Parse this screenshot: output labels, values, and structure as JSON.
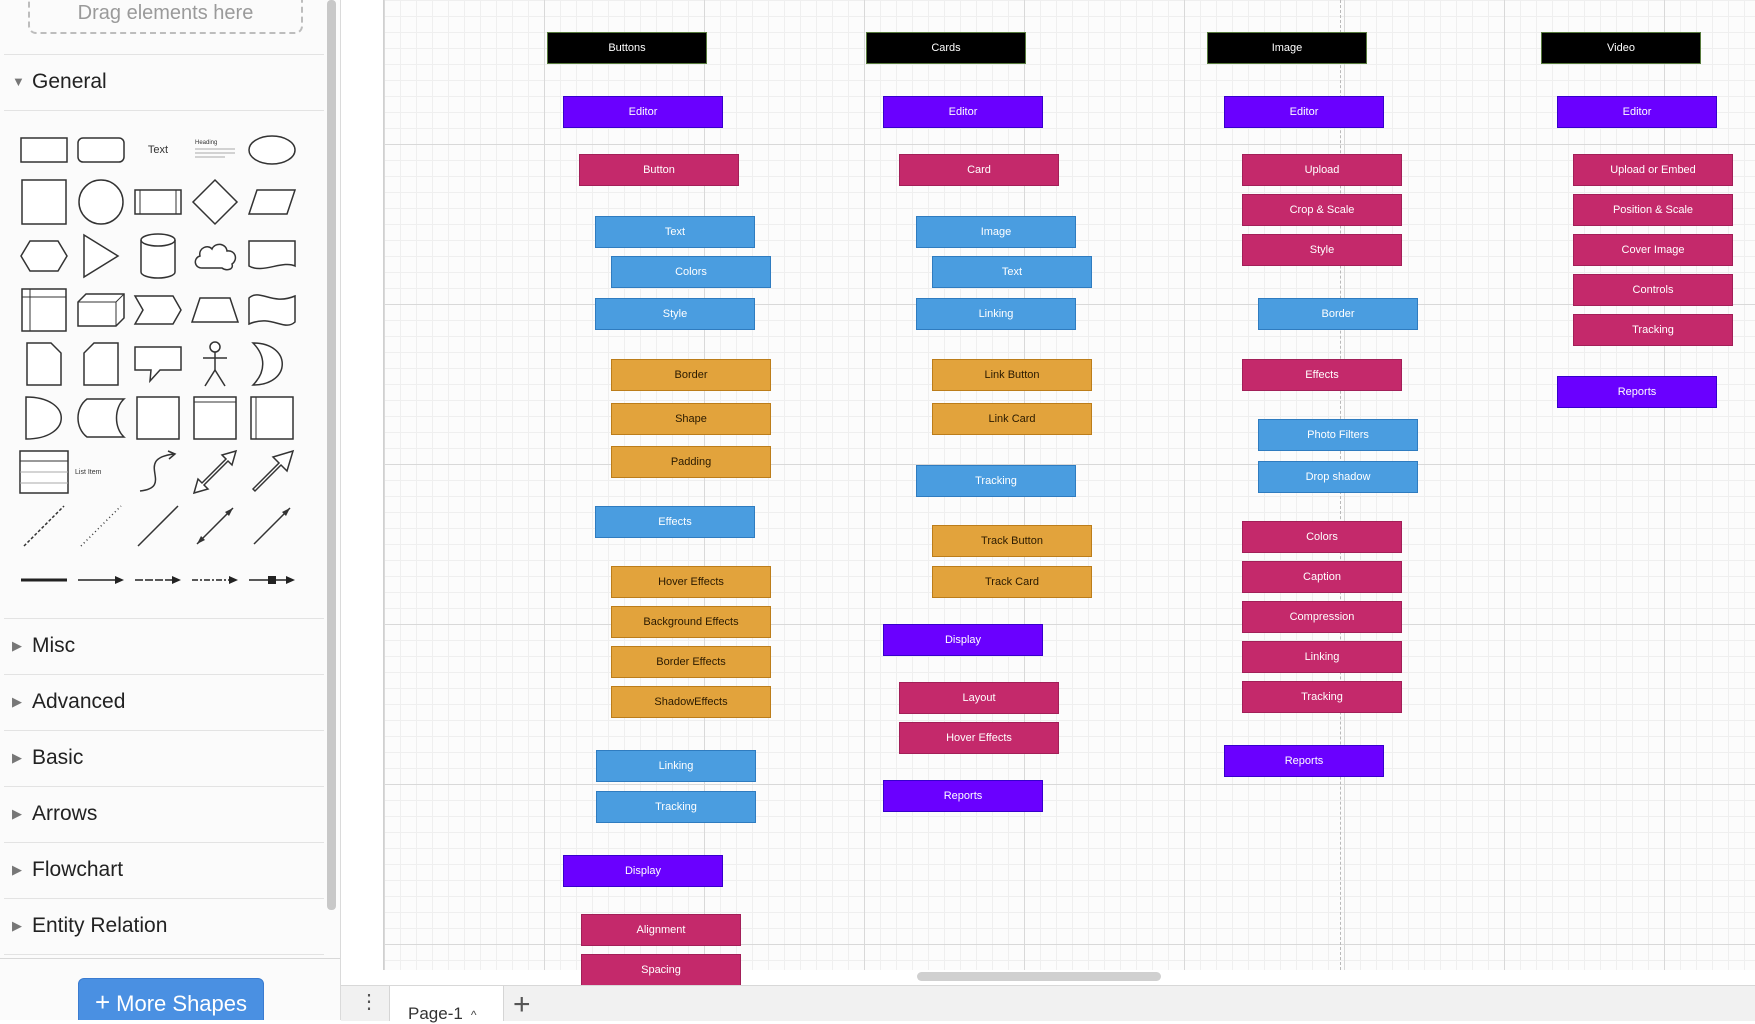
{
  "sidebar": {
    "drag_hint": "Drag elements here",
    "general_label": "General",
    "sections": [
      "Misc",
      "Advanced",
      "Basic",
      "Arrows",
      "Flowchart",
      "Entity Relation"
    ],
    "shape_text": "Text",
    "shape_heading": "Heading",
    "shape_list_item": "List Item",
    "more_shapes": "More Shapes"
  },
  "footer": {
    "page_tab": "Page-1"
  },
  "diagram": {
    "colors": {
      "black": "#000000",
      "purple": "#6a00ff",
      "magenta": "#c4296b",
      "blue": "#4a9de0",
      "orange": "#e2a33c"
    },
    "columns": [
      {
        "name": "buttons",
        "nodes": [
          {
            "label": "Buttons",
            "color": "black"
          },
          {
            "label": "Editor",
            "color": "purple"
          },
          {
            "label": "Button",
            "color": "magenta"
          },
          {
            "label": "Text",
            "color": "blue"
          },
          {
            "label": "Colors",
            "color": "blue"
          },
          {
            "label": "Style",
            "color": "blue"
          },
          {
            "label": "Border",
            "color": "orange"
          },
          {
            "label": "Shape",
            "color": "orange"
          },
          {
            "label": "Padding",
            "color": "orange"
          },
          {
            "label": "Effects",
            "color": "blue"
          },
          {
            "label": "Hover Effects",
            "color": "orange"
          },
          {
            "label": "Background Effects",
            "color": "orange"
          },
          {
            "label": "Border Effects",
            "color": "orange"
          },
          {
            "label": "ShadowEffects",
            "color": "orange"
          },
          {
            "label": "Linking",
            "color": "blue"
          },
          {
            "label": "Tracking",
            "color": "blue"
          },
          {
            "label": "Display",
            "color": "purple"
          },
          {
            "label": "Alignment",
            "color": "magenta"
          },
          {
            "label": "Spacing",
            "color": "magenta"
          }
        ]
      },
      {
        "name": "cards",
        "nodes": [
          {
            "label": "Cards",
            "color": "black"
          },
          {
            "label": "Editor",
            "color": "purple"
          },
          {
            "label": "Card",
            "color": "magenta"
          },
          {
            "label": "Image",
            "color": "blue"
          },
          {
            "label": "Text",
            "color": "blue"
          },
          {
            "label": "Linking",
            "color": "blue"
          },
          {
            "label": "Link Button",
            "color": "orange"
          },
          {
            "label": "Link Card",
            "color": "orange"
          },
          {
            "label": "Tracking",
            "color": "blue"
          },
          {
            "label": "Track Button",
            "color": "orange"
          },
          {
            "label": "Track Card",
            "color": "orange"
          },
          {
            "label": "Display",
            "color": "purple"
          },
          {
            "label": "Layout",
            "color": "magenta"
          },
          {
            "label": "Hover Effects",
            "color": "magenta"
          },
          {
            "label": "Reports",
            "color": "purple"
          }
        ]
      },
      {
        "name": "image",
        "nodes": [
          {
            "label": "Image",
            "color": "black"
          },
          {
            "label": "Editor",
            "color": "purple"
          },
          {
            "label": "Upload",
            "color": "magenta"
          },
          {
            "label": "Crop & Scale",
            "color": "magenta"
          },
          {
            "label": "Style",
            "color": "magenta"
          },
          {
            "label": "Border",
            "color": "blue"
          },
          {
            "label": "Effects",
            "color": "magenta"
          },
          {
            "label": "Photo Filters",
            "color": "blue"
          },
          {
            "label": "Drop shadow",
            "color": "blue"
          },
          {
            "label": "Colors",
            "color": "magenta"
          },
          {
            "label": "Caption",
            "color": "magenta"
          },
          {
            "label": "Compression",
            "color": "magenta"
          },
          {
            "label": "Linking",
            "color": "magenta"
          },
          {
            "label": "Tracking",
            "color": "magenta"
          },
          {
            "label": "Reports",
            "color": "purple"
          }
        ]
      },
      {
        "name": "video",
        "nodes": [
          {
            "label": "Video",
            "color": "black"
          },
          {
            "label": "Editor",
            "color": "purple"
          },
          {
            "label": "Upload or Embed",
            "color": "magenta"
          },
          {
            "label": "Position & Scale",
            "color": "magenta"
          },
          {
            "label": "Cover Image",
            "color": "magenta"
          },
          {
            "label": "Controls",
            "color": "magenta"
          },
          {
            "label": "Tracking",
            "color": "magenta"
          },
          {
            "label": "Reports",
            "color": "purple"
          }
        ]
      }
    ]
  }
}
